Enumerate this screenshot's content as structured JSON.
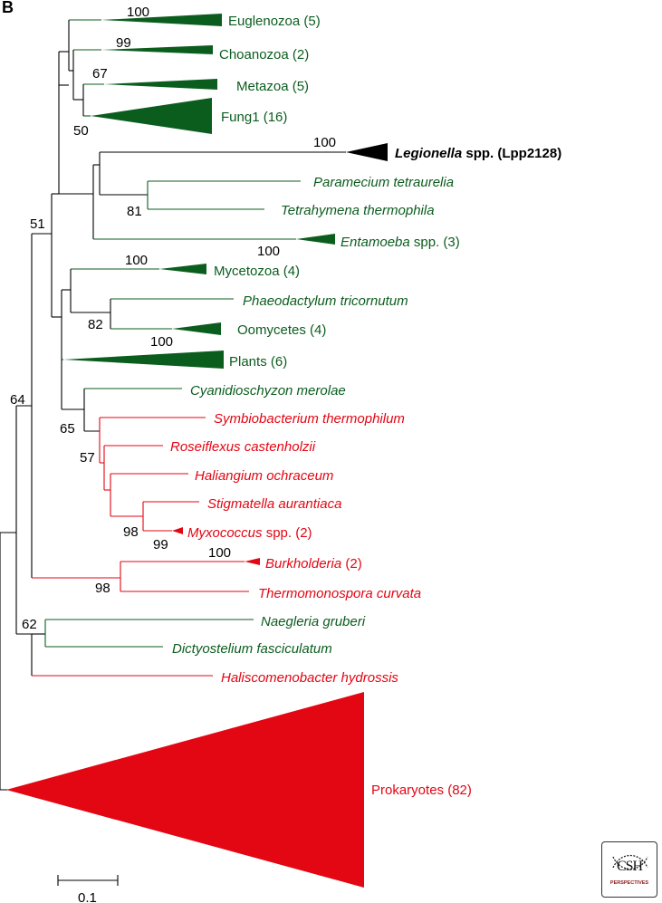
{
  "panel_label": "B",
  "colors": {
    "eukaryote": "#0b5d1e",
    "bacteria": "#e30613",
    "legionella": "#000000",
    "branch_black": "#000000"
  },
  "scale_bar": {
    "label": "0.1",
    "length": 0.1
  },
  "taxa": [
    {
      "id": "euglenozoa",
      "label": "Euglenozoa (5)",
      "italic": false,
      "bold": false,
      "group": "eukaryote",
      "collapsed": true
    },
    {
      "id": "choanozoa",
      "label": "Choanozoa (2)",
      "italic": false,
      "bold": false,
      "group": "eukaryote",
      "collapsed": true
    },
    {
      "id": "metazoa",
      "label": "Metazoa (5)",
      "italic": false,
      "bold": false,
      "group": "eukaryote",
      "collapsed": true
    },
    {
      "id": "fung1",
      "label": "Fung1 (16)",
      "italic": false,
      "bold": false,
      "group": "eukaryote",
      "collapsed": true
    },
    {
      "id": "legionella",
      "label_italic": "Legionella",
      "label_rest": " spp. (Lpp2128)",
      "bold": true,
      "group": "legionella",
      "collapsed": true
    },
    {
      "id": "paramecium",
      "label": "Paramecium tetraurelia",
      "italic": true,
      "group": "eukaryote"
    },
    {
      "id": "tetrahymena",
      "label": "Tetrahymena thermophila",
      "italic": true,
      "group": "eukaryote"
    },
    {
      "id": "entamoeba",
      "label_italic": "Entamoeba",
      "label_rest": " spp. (3)",
      "group": "eukaryote",
      "collapsed": true
    },
    {
      "id": "mycetozoa",
      "label": "Mycetozoa (4)",
      "italic": false,
      "group": "eukaryote",
      "collapsed": true
    },
    {
      "id": "phaeodactylum",
      "label": "Phaeodactylum tricornutum",
      "italic": true,
      "group": "eukaryote"
    },
    {
      "id": "oomycetes",
      "label": "Oomycetes (4)",
      "italic": false,
      "group": "eukaryote",
      "collapsed": true
    },
    {
      "id": "plants",
      "label": "Plants (6)",
      "italic": false,
      "group": "eukaryote",
      "collapsed": true
    },
    {
      "id": "cyanidioschyzon",
      "label": "Cyanidioschyzon merolae",
      "italic": true,
      "group": "eukaryote"
    },
    {
      "id": "symbiobacterium",
      "label": "Symbiobacterium thermophilum",
      "italic": true,
      "group": "bacteria"
    },
    {
      "id": "roseiflexus",
      "label": "Roseiflexus castenholzii",
      "italic": true,
      "group": "bacteria"
    },
    {
      "id": "haliangium",
      "label": "Haliangium ochraceum",
      "italic": true,
      "group": "bacteria"
    },
    {
      "id": "stigmatella",
      "label": "Stigmatella aurantiaca",
      "italic": true,
      "group": "bacteria"
    },
    {
      "id": "myxococcus",
      "label_italic": "Myxococcus",
      "label_rest": " spp. (2)",
      "group": "bacteria",
      "collapsed": true
    },
    {
      "id": "burkholderia",
      "label_italic": "Burkholderia",
      "label_rest": " (2)",
      "group": "bacteria",
      "collapsed": true
    },
    {
      "id": "thermomonospora",
      "label": "Thermomonospora curvata",
      "italic": true,
      "group": "bacteria"
    },
    {
      "id": "naegleria",
      "label": "Naegleria gruberi",
      "italic": true,
      "group": "eukaryote"
    },
    {
      "id": "dictyostelium",
      "label": "Dictyostelium fasciculatum",
      "italic": true,
      "group": "eukaryote"
    },
    {
      "id": "haliscomenobacter",
      "label": "Haliscomenobacter hydrossis",
      "italic": true,
      "group": "bacteria"
    },
    {
      "id": "prokaryotes",
      "label": "Prokaryotes (82)",
      "italic": false,
      "group": "bacteria",
      "collapsed": true
    }
  ],
  "bootstrap_values": {
    "euglenozoa": "100",
    "choanozoa": "99",
    "metazoa": "67",
    "metazoa_fung1": "50",
    "legionella": "100",
    "ciliates": "81",
    "entamoeba": "100",
    "core_clade": "51",
    "mycetozoa": "100",
    "stramenopiles": "82",
    "oomycetes": "100",
    "cyanidio_bacteria": "65",
    "bacteria_subclade": "57",
    "myxo_pair": "98",
    "myxococcus": "99",
    "burkholderia": "100",
    "burk_thermo": "98",
    "naegleria_dicty": "62",
    "eukaryote_root": "64"
  },
  "logo": {
    "line1": "CSH",
    "line2": "PERSPECTIVES"
  }
}
